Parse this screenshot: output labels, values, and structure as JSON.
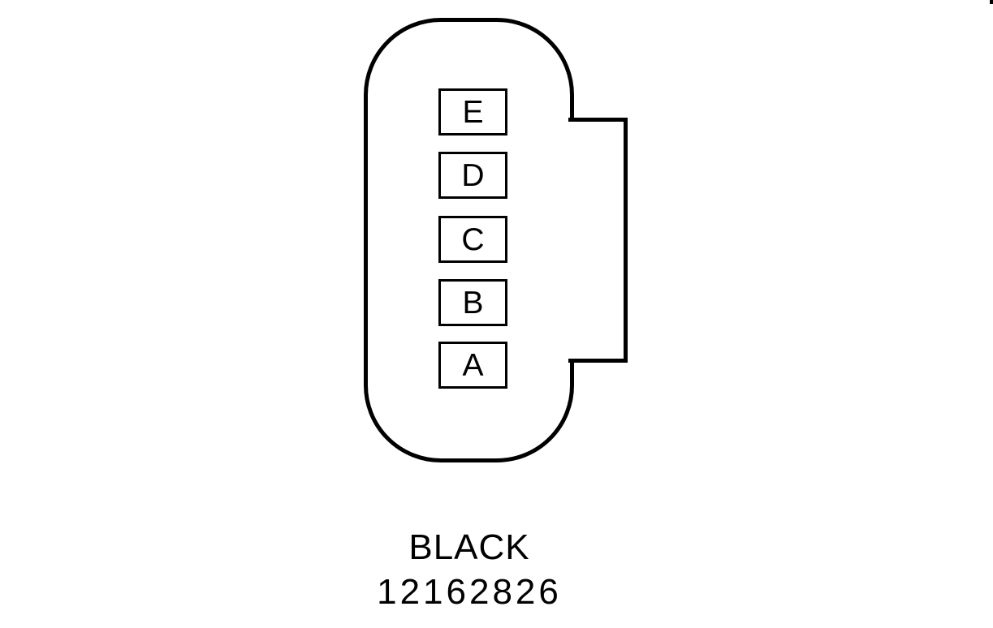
{
  "page": {
    "background_color": "#ffffff",
    "line_color": "#000000"
  },
  "connector": {
    "type": "5-cavity connector face view",
    "pins": [
      "E",
      "D",
      "C",
      "B",
      "A"
    ],
    "color_label": "BLACK",
    "part_number": "12162826"
  }
}
